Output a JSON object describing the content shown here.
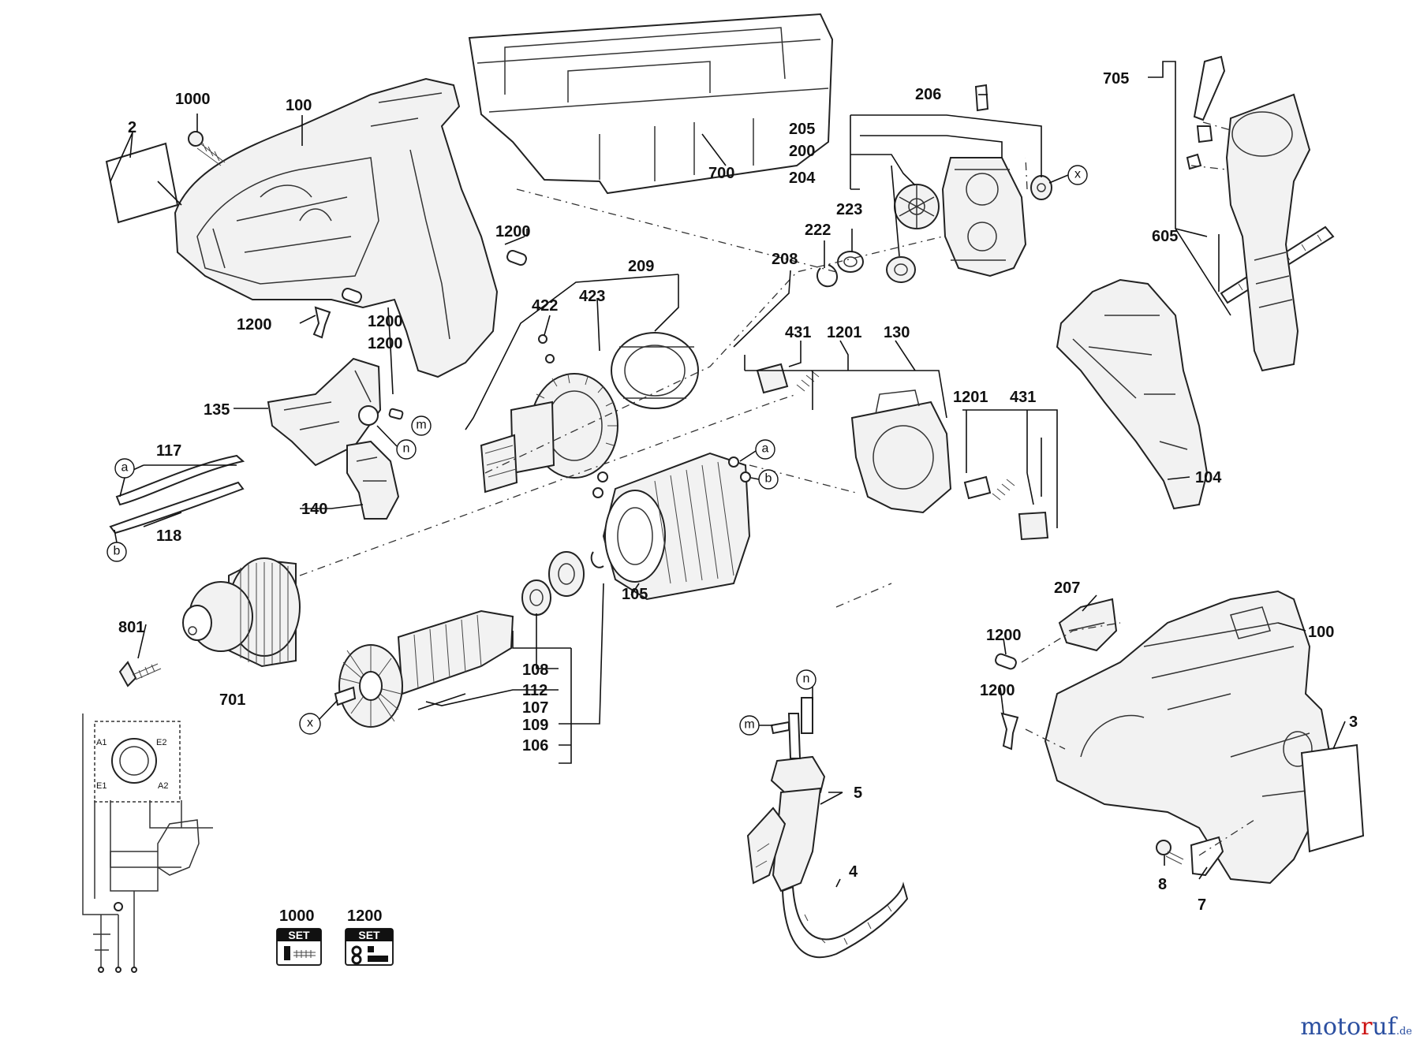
{
  "labels": {
    "l2": "2",
    "l1000a": "1000",
    "l100a": "100",
    "l700": "700",
    "l206": "206",
    "l205": "205",
    "l200": "200",
    "l204": "204",
    "l705": "705",
    "l223": "223",
    "l222": "222",
    "l208": "208",
    "l1200a": "1200",
    "l605": "605",
    "l209": "209",
    "l1200b": "1200",
    "l1200c": "1200",
    "l1200d": "1200",
    "l422": "422",
    "l423": "423",
    "l431a": "431",
    "l1201a": "1201",
    "l130": "130",
    "l135": "135",
    "l1201b": "1201",
    "l431b": "431",
    "l117": "117",
    "l104": "104",
    "l140": "140",
    "l118": "118",
    "l105": "105",
    "l207": "207",
    "l100b": "100",
    "l1200e": "1200",
    "l801": "801",
    "l108": "108",
    "l112": "112",
    "l107": "107",
    "l109": "109",
    "l106": "106",
    "l701": "701",
    "l1200f": "1200",
    "l3": "3",
    "l5": "5",
    "l4": "4",
    "l8": "8",
    "l7": "7",
    "lset1000": "1000",
    "lset1200": "1200"
  },
  "callouts": {
    "x_top": "x",
    "x_armature": "x",
    "m_switch": "m",
    "n_switch": "n",
    "a_wire": "a",
    "b_wire": "b",
    "a_stator": "a",
    "b_stator": "b",
    "n_cord": "n",
    "m_cord": "m"
  },
  "wiring": {
    "a1": "A1",
    "e2": "E2",
    "e1": "E1",
    "a2": "A2"
  },
  "set_boxes": {
    "set1": "SET",
    "set2": "SET"
  },
  "watermark": {
    "part1": "moto",
    "part2": "r",
    "part3": "uf",
    "tld": ".de"
  },
  "colors": {
    "line": "#111111",
    "watermark_blue": "#2b4fa0",
    "watermark_red": "#cc1111"
  }
}
